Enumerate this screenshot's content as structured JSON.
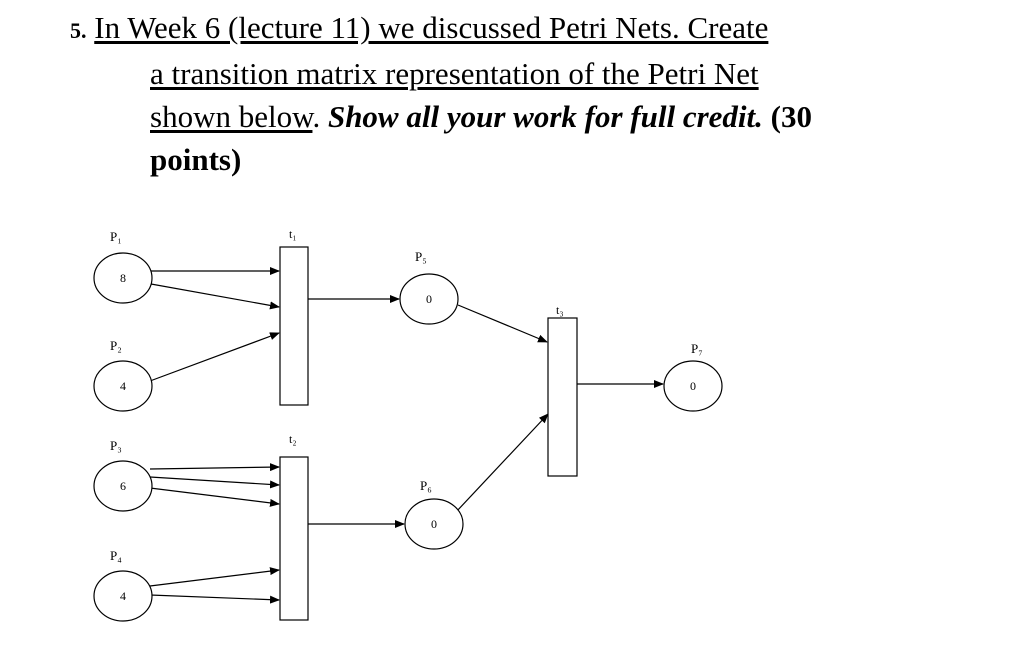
{
  "question": {
    "number": "5.",
    "line1_underlined": "In Week 6 (lecture 11) we discussed Petri Nets. Create",
    "line2_underlined": "a transition matrix representation of the Petri Net",
    "line3_underlined": "shown below",
    "line3_period": ".",
    "line3_bold_italic": "Show all your work for full credit.",
    "line3_bold": "(30",
    "line4_bold": "points)"
  },
  "petri_net": {
    "places": [
      {
        "id": "p1",
        "label": "P₁",
        "tokens": "8"
      },
      {
        "id": "p2",
        "label": "P₂",
        "tokens": "4"
      },
      {
        "id": "p3",
        "label": "P₃",
        "tokens": "6"
      },
      {
        "id": "p4",
        "label": "P₄",
        "tokens": "4"
      },
      {
        "id": "p5",
        "label": "P₅",
        "tokens": "0"
      },
      {
        "id": "p6",
        "label": "P₆",
        "tokens": "0"
      },
      {
        "id": "p7",
        "label": "P₇",
        "tokens": "0"
      }
    ],
    "transitions": [
      {
        "id": "t1",
        "label": "t₁"
      },
      {
        "id": "t2",
        "label": "t₂"
      },
      {
        "id": "t3",
        "label": "t₃"
      }
    ],
    "arcs": [
      {
        "from": "p1",
        "to": "t1",
        "count": 2
      },
      {
        "from": "p2",
        "to": "t1",
        "count": 1
      },
      {
        "from": "t1",
        "to": "p5",
        "count": 1
      },
      {
        "from": "p3",
        "to": "t2",
        "count": 3
      },
      {
        "from": "p4",
        "to": "t2",
        "count": 2
      },
      {
        "from": "t2",
        "to": "p6",
        "count": 1
      },
      {
        "from": "p5",
        "to": "t3",
        "count": 1
      },
      {
        "from": "p6",
        "to": "t3",
        "count": 1
      },
      {
        "from": "t3",
        "to": "p7",
        "count": 1
      }
    ]
  }
}
